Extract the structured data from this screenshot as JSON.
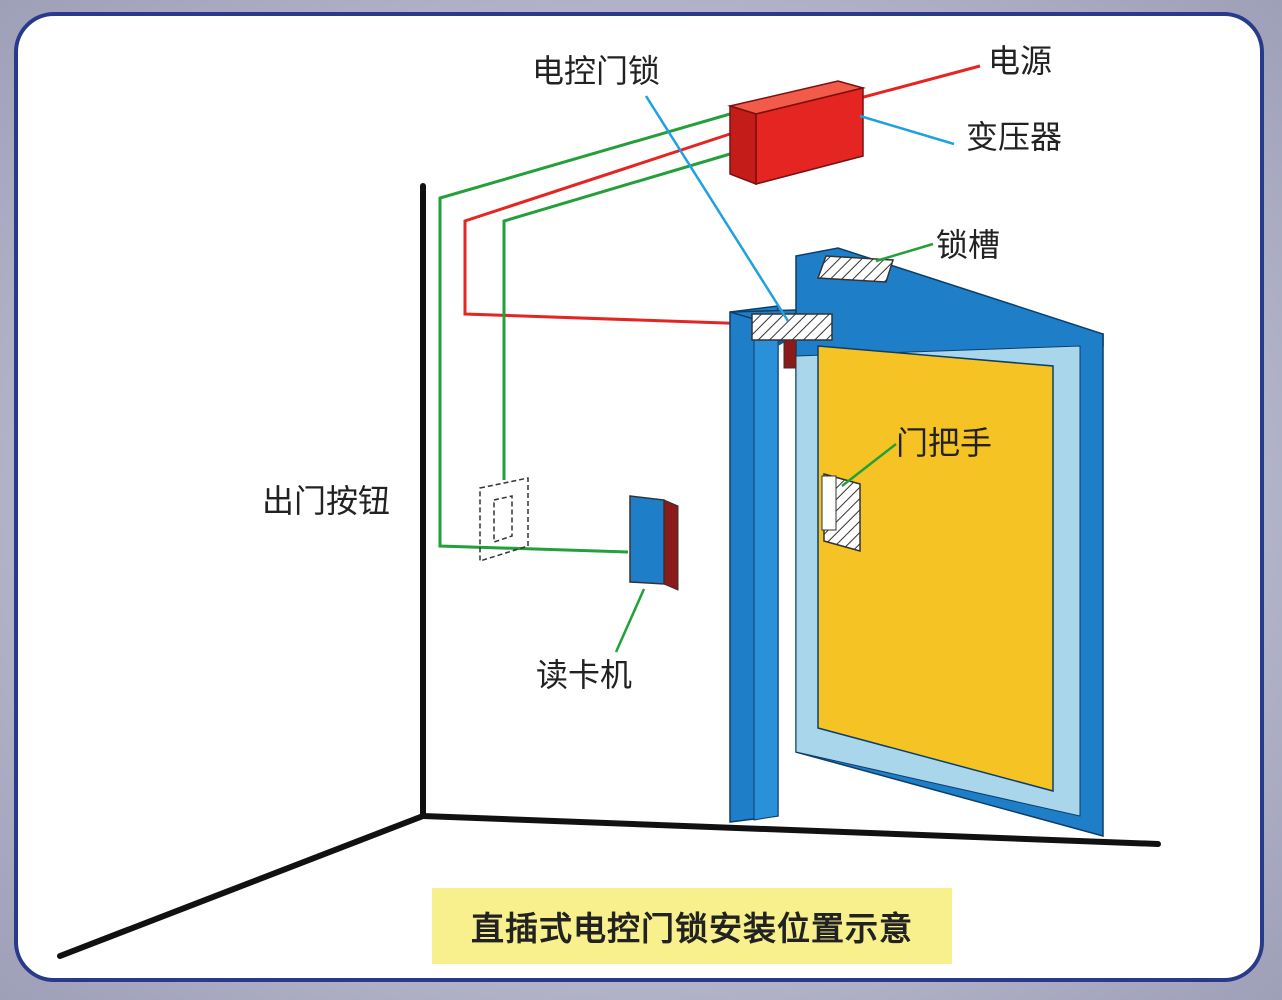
{
  "labels": {
    "power": "电源",
    "transformer": "变压器",
    "electric_lock": "电控门锁",
    "lock_slot": "锁槽",
    "door_handle": "门把手",
    "exit_button": "出门按钮",
    "card_reader": "读卡机"
  },
  "caption": "直插式电控门锁安装位置示意",
  "colors": {
    "frame_border": "#2a3a8a",
    "transformer": "#e52521",
    "door_frame": "#1e7fc8",
    "door_leaf_edge": "#a9d6ea",
    "door_panel": "#f5c324",
    "wire_green": "#23a03a",
    "wire_red": "#e52521",
    "leader_blue": "#1fa0e0",
    "caption_bg": "#f7f08c"
  }
}
